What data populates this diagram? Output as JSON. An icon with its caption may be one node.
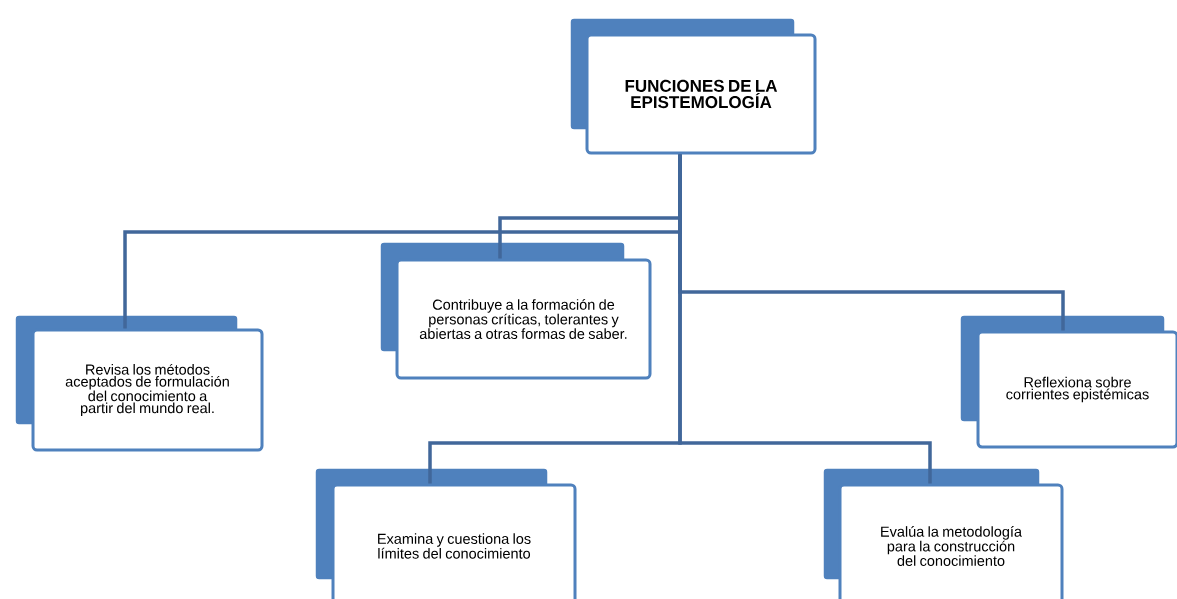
{
  "diagram": {
    "nodes": [
      {
        "text": [
          "FUNCIONES DE LA EPISTEMOLOGÍA"
        ]
      },
      {
        "text": [
          "Contribuye a la formación de personas críticas, tolerantes y abiertas a otras formas de saber."
        ]
      },
      {
        "text": [
          "Revisa los métodos aceptados de formulación del conocimiento a partir del mundo real."
        ]
      },
      {
        "text": [
          "Reflexiona sobre corrientes epistémicas"
        ]
      },
      {
        "text": [
          "Examina y cuestiona los límites del conocimiento"
        ]
      },
      {
        "text": [
          "Evalúa la metodología para la construcción del conocimiento"
        ]
      }
    ],
    "edges": [
      {
        "from": 0,
        "to": 1,
        "arrow": "none"
      },
      {
        "from": 0,
        "to": 2,
        "arrow": "none"
      },
      {
        "from": 0,
        "to": 3,
        "arrow": "none"
      },
      {
        "from": 0,
        "to": 4,
        "arrow": "none"
      },
      {
        "from": 0,
        "to": 5,
        "arrow": "none"
      }
    ]
  }
}
